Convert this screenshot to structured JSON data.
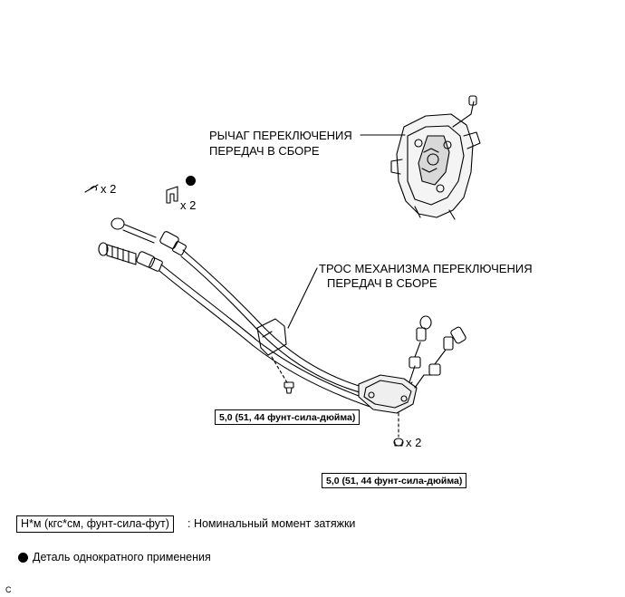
{
  "labels": {
    "lever_line1": "РЫЧАГ ПЕРЕКЛЮЧЕНИЯ",
    "lever_line2": "ПЕРЕДАЧ В СБОРЕ",
    "cable_line1": "ТРОС МЕХАНИЗМА ПЕРЕКЛЮЧЕНИЯ",
    "cable_line2": "ПЕРЕДАЧ В СБОРЕ"
  },
  "quantities": {
    "clip": "x 2",
    "retainer": "x 2",
    "nut": "x 2"
  },
  "torque": {
    "bolt": "5,0 (51, 44 фунт-сила-дюйма)",
    "nuts": "5,0 (51, 44 фунт-сила-дюйма)"
  },
  "legend": {
    "torque_unit_box": "Н*м (кгс*см, фунт-сила-фут)",
    "torque_desc": ": Номинальный момент затяжки",
    "single_use_desc": "Деталь однократного применения"
  },
  "corner_mark": "C"
}
